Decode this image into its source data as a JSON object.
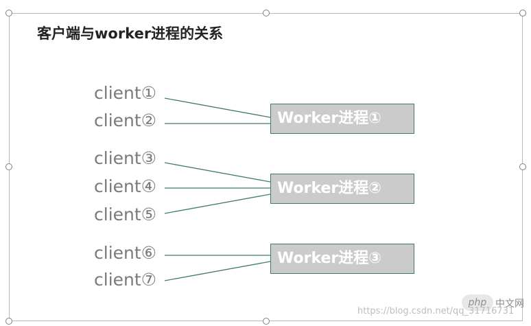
{
  "title": "客户端与worker进程的关系",
  "clients": [
    "client①",
    "client②",
    "client③",
    "client④",
    "client⑤",
    "client⑥",
    "client⑦"
  ],
  "workers": [
    "Worker进程①",
    "Worker进程②",
    "Worker进程③"
  ],
  "connections": [
    {
      "client": "client①",
      "worker": "Worker进程①"
    },
    {
      "client": "client②",
      "worker": "Worker进程①"
    },
    {
      "client": "client③",
      "worker": "Worker进程②"
    },
    {
      "client": "client④",
      "worker": "Worker进程②"
    },
    {
      "client": "client⑤",
      "worker": "Worker进程②"
    },
    {
      "client": "client⑥",
      "worker": "Worker进程③"
    },
    {
      "client": "client⑦",
      "worker": "Worker进程③"
    }
  ],
  "watermark": {
    "logo": "php",
    "site": "中文网",
    "url": "https://blog.csdn.net/qq_31716731"
  },
  "colors": {
    "line": "#3f7d63",
    "worker_fill": "#cbcbcb",
    "client_text": "#7a7a7a"
  }
}
